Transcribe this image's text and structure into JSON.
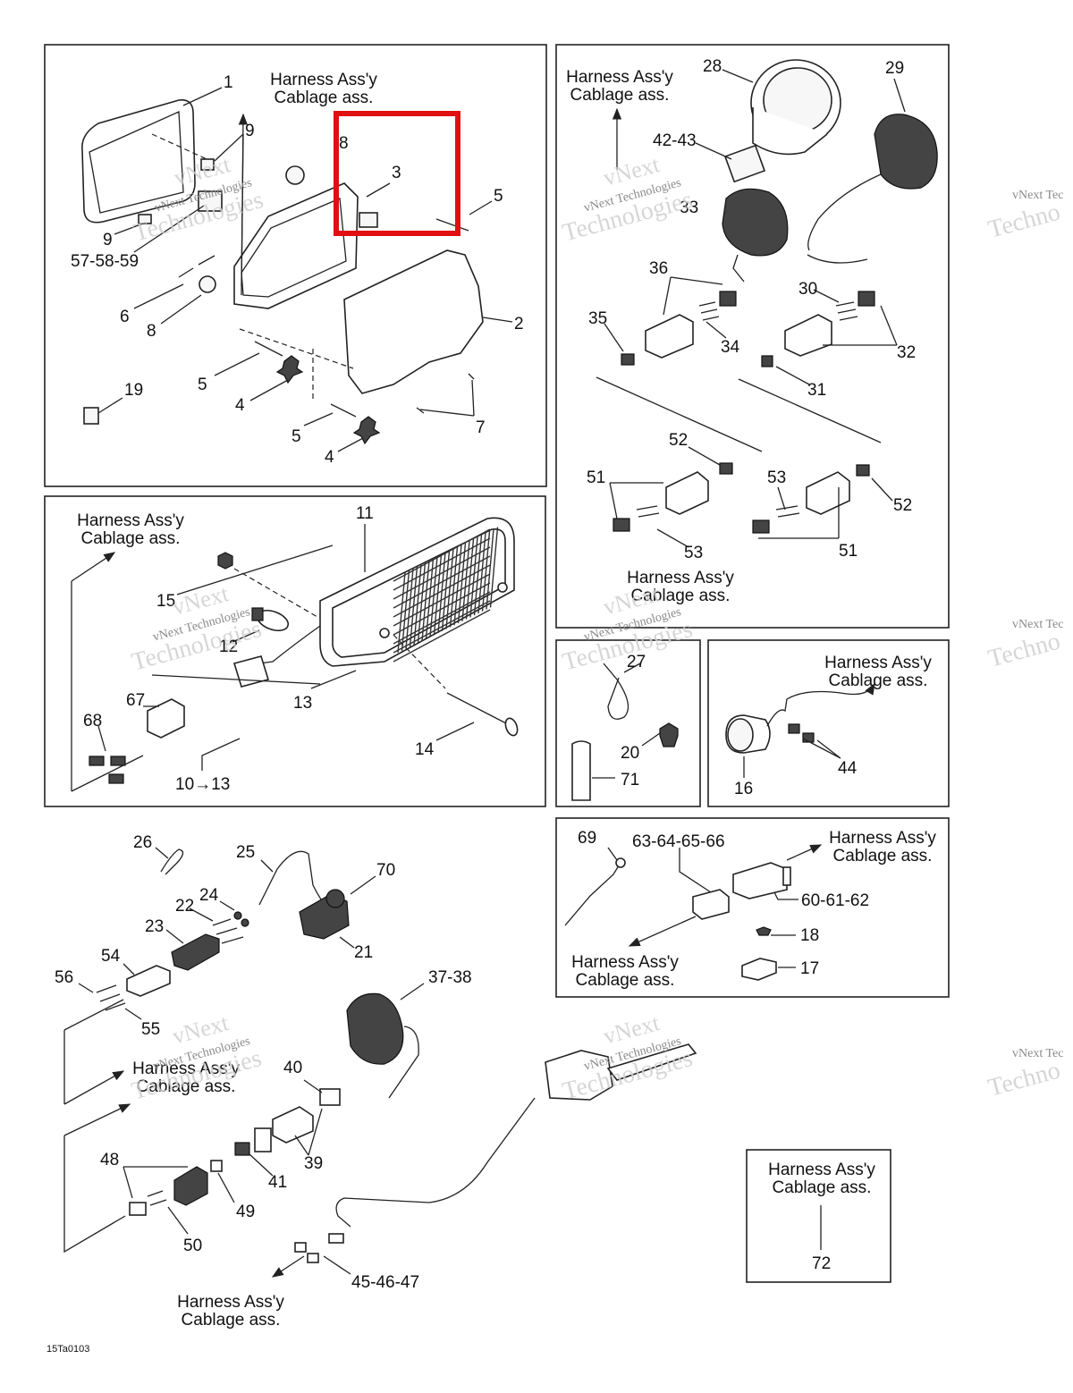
{
  "harness_label": {
    "line1": "Harness Ass'y",
    "line2": "Cablage ass."
  },
  "figure_code": "15Ta0103",
  "watermark": {
    "line1": "vNext",
    "line2": "vNext Technologies",
    "line3": "Technologies"
  },
  "callouts": {
    "p1": "1",
    "p2": "2",
    "p3": "3",
    "p4a": "4",
    "p4b": "4",
    "p5a": "5",
    "p5b": "5",
    "p5c": "5",
    "p6": "6",
    "p7": "7",
    "p8a": "8",
    "p8b": "8",
    "p9a": "9",
    "p9b": "9",
    "p19": "19",
    "p57": "57-58-59",
    "p28": "28",
    "p29": "29",
    "p4243": "42-43",
    "p33": "33",
    "p36": "36",
    "p35": "35",
    "p34": "34",
    "p30": "30",
    "p32": "32",
    "p31": "31",
    "p52a": "52",
    "p51a": "51",
    "p53a": "53",
    "p53b": "53",
    "p52b": "52",
    "p51b": "51",
    "p11": "11",
    "p15": "15",
    "p12": "12",
    "p13": "13",
    "p14": "14",
    "p67": "67",
    "p68": "68",
    "p1013": "10→13",
    "p27": "27",
    "p20": "20",
    "p71": "71",
    "p16": "16",
    "p44": "44",
    "p69": "69",
    "p6366": "63-64-65-66",
    "p6062": "60-61-62",
    "p18": "18",
    "p17": "17",
    "p26": "26",
    "p25": "25",
    "p70": "70",
    "p22": "22",
    "p24": "24",
    "p23": "23",
    "p21": "21",
    "p54": "54",
    "p56": "56",
    "p55": "55",
    "p3738": "37-38",
    "p40": "40",
    "p39": "39",
    "p41": "41",
    "p48": "48",
    "p49": "49",
    "p50": "50",
    "p454647": "45-46-47",
    "p72": "72"
  }
}
